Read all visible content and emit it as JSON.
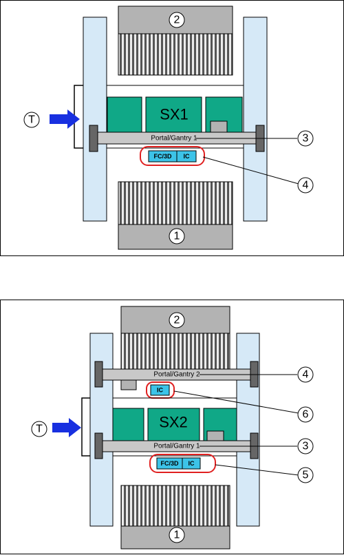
{
  "diagrams": [
    {
      "system": "SX1",
      "gantries": [
        "Portal/Gantry 1"
      ],
      "modules": [
        [
          "FC/3D",
          "IC"
        ]
      ],
      "callouts": [
        "1",
        "2",
        "3",
        "4",
        "T"
      ]
    },
    {
      "system": "SX2",
      "gantries": [
        "Portal/Gantry 2",
        "Portal/Gantry 1"
      ],
      "modules": [
        [
          "IC"
        ],
        [
          "FC/3D",
          "IC"
        ]
      ],
      "callouts": [
        "1",
        "2",
        "3",
        "4",
        "5",
        "6",
        "T"
      ]
    }
  ],
  "colors": {
    "frame": "#d6e9f7",
    "grey_block": "#b3b3b3",
    "teal": "#10a887",
    "module": "#3cc3e8",
    "arrow": "#1830e0",
    "highlight": "#e02020"
  }
}
